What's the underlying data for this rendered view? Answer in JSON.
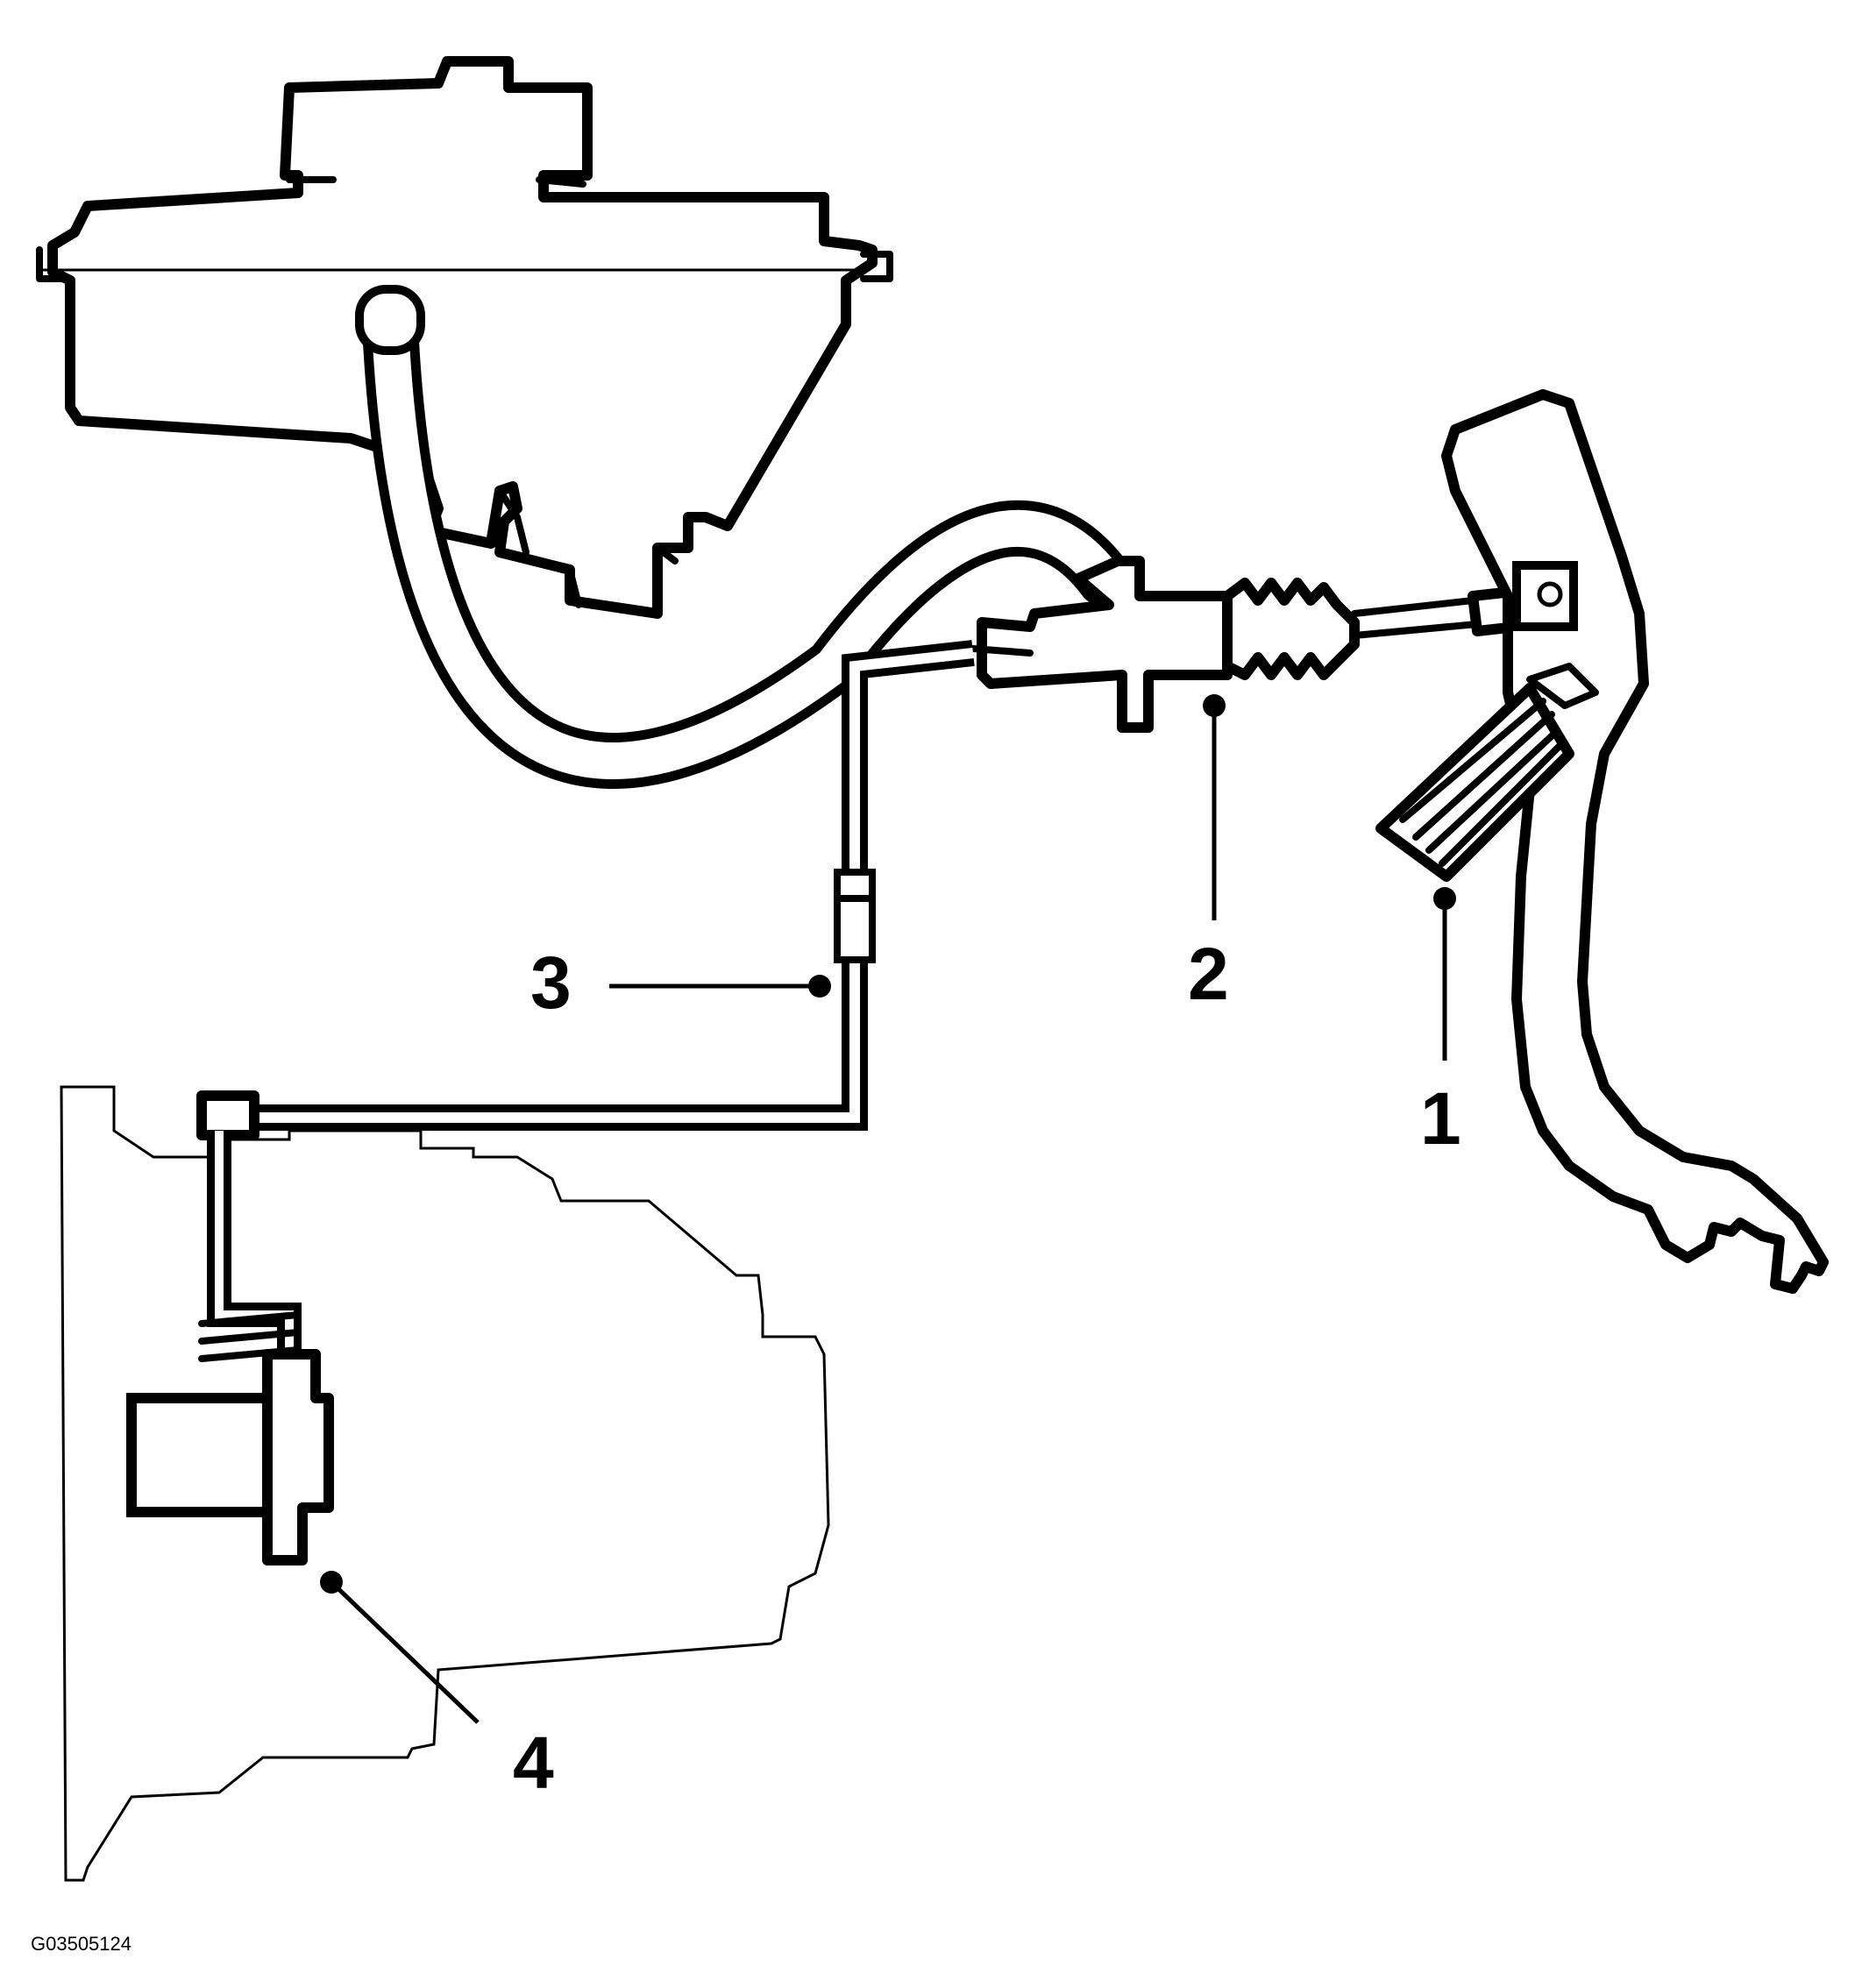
{
  "figure_id": "G03505124",
  "callouts": [
    {
      "number": "1",
      "part": "clutch-pedal"
    },
    {
      "number": "2",
      "part": "clutch-master-cylinder"
    },
    {
      "number": "3",
      "part": "hydraulic-line"
    },
    {
      "number": "4",
      "part": "slave-cylinder"
    }
  ],
  "colors": {
    "line": "#000000",
    "background": "#ffffff"
  }
}
